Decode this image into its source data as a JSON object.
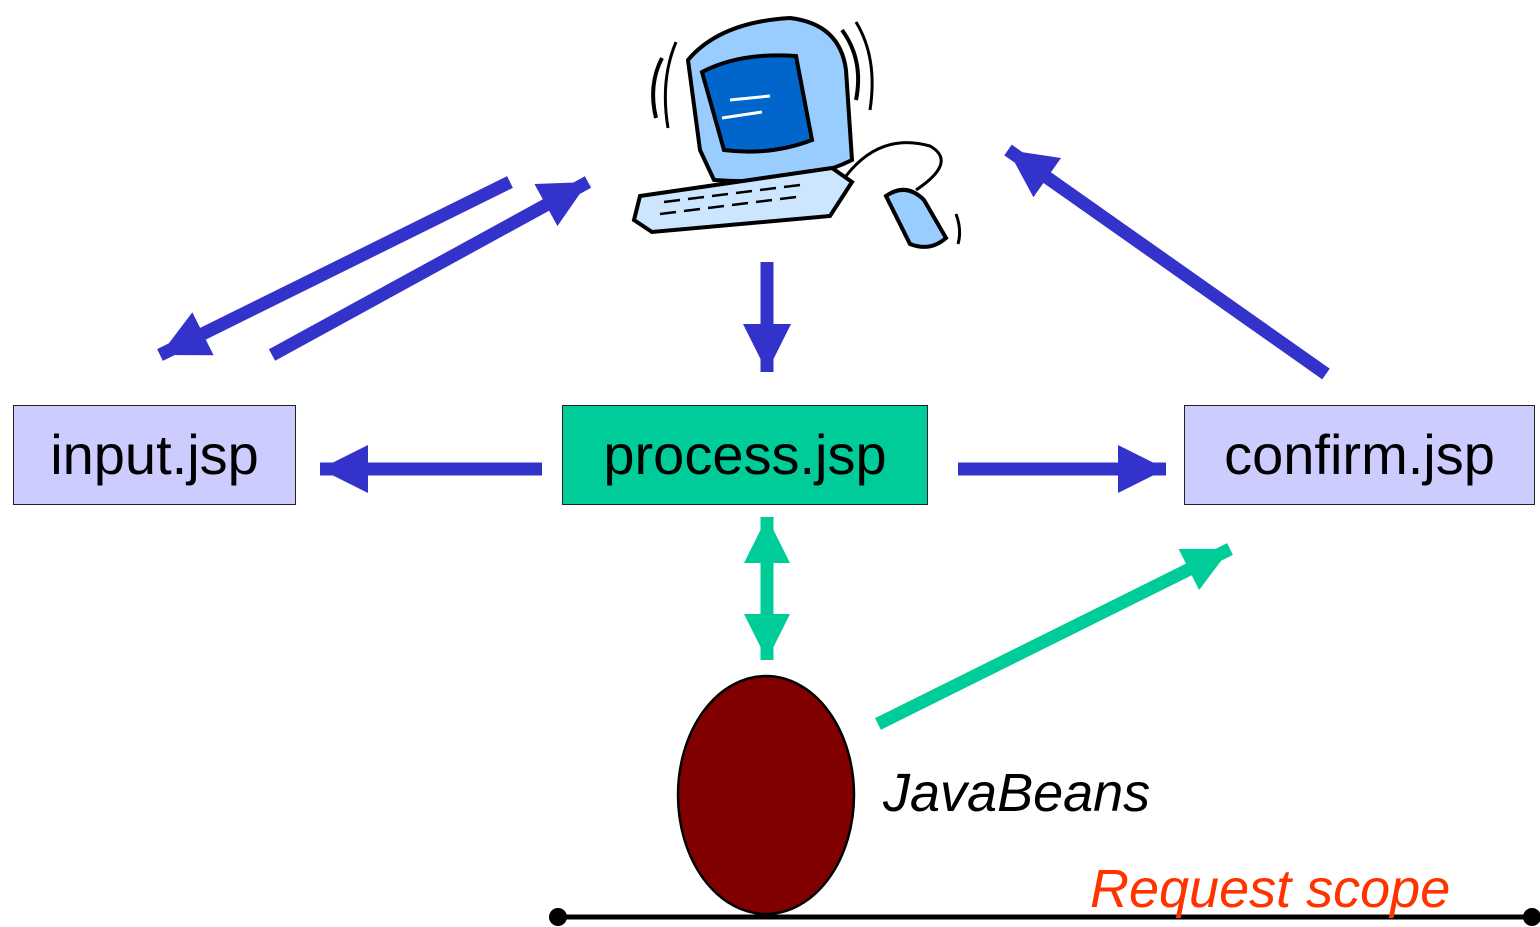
{
  "nodes": {
    "input": "input.jsp",
    "process": "process.jsp",
    "confirm": "confirm.jsp"
  },
  "bean": {
    "label": "JavaBeans",
    "color": "#800000"
  },
  "scope": {
    "label": "Request scope",
    "color": "#ff3300"
  },
  "icons": {
    "client": "computer-icon"
  },
  "colors": {
    "page_fill": "#ccccff",
    "process_fill": "#00cc99",
    "flow_arrow": "#3333cc",
    "bean_arrow": "#00cc99",
    "monitor": "#99ccff",
    "screen": "#0066cc"
  },
  "edges": [
    {
      "from": "client",
      "to": "input.jsp",
      "color": "flow_arrow"
    },
    {
      "from": "input.jsp",
      "to": "client",
      "color": "flow_arrow"
    },
    {
      "from": "client",
      "to": "process.jsp",
      "color": "flow_arrow"
    },
    {
      "from": "confirm.jsp",
      "to": "client",
      "color": "flow_arrow"
    },
    {
      "from": "process.jsp",
      "to": "input.jsp",
      "color": "flow_arrow"
    },
    {
      "from": "process.jsp",
      "to": "confirm.jsp",
      "color": "flow_arrow"
    },
    {
      "from": "process.jsp",
      "to": "JavaBeans",
      "color": "bean_arrow",
      "bidirectional": true
    },
    {
      "from": "JavaBeans",
      "to": "confirm.jsp",
      "color": "bean_arrow"
    }
  ]
}
